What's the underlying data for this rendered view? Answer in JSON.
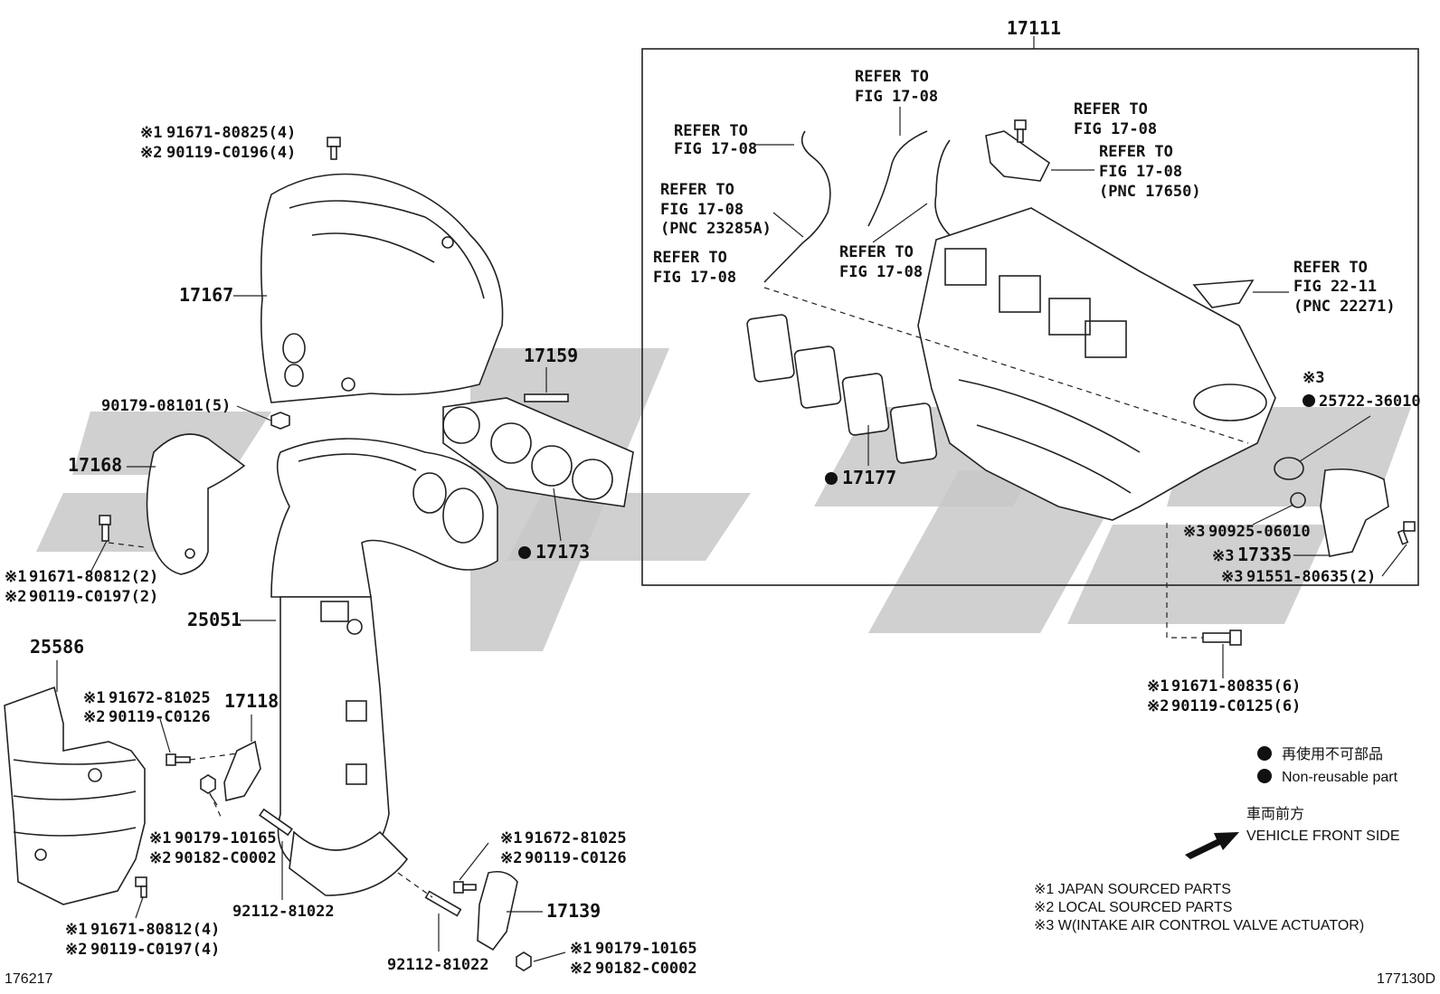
{
  "frame_label": "17111",
  "parts": {
    "p17167": "17167",
    "p17168": "17168",
    "p17159": "17159",
    "p17173": "17173",
    "p25051": "25051",
    "p25586": "25586",
    "p17118": "17118",
    "p17139": "17139",
    "p17177": "17177",
    "p17335": "17335",
    "p92112a": "92112-81022",
    "p92112b": "92112-81022",
    "p90179_5": "90179-08101(5)",
    "p25722": "25722-36010",
    "p90925": "90925-06010",
    "p91551": "91551-80635(2)"
  },
  "multi": {
    "top_bolt_1": "91671-80825(4)",
    "top_bolt_2": "90119-C0196(4)",
    "left_bolt_1": "91671-80812(2)",
    "left_bolt_2": "90119-C0197(2)",
    "bracket_bolt_1": "91672-81025",
    "bracket_bolt_2": "90119-C0126",
    "nut_1": "90179-10165",
    "nut_2": "90182-C0002",
    "shield_bolt_1": "91671-80812(4)",
    "shield_bolt_2": "90119-C0197(4)",
    "r_bracket_bolt_1": "91672-81025",
    "r_bracket_bolt_2": "90119-C0126",
    "r_nut_1": "90179-10165",
    "r_nut_2": "90182-C0002",
    "manifold_bolt_1": "91671-80835(6)",
    "manifold_bolt_2": "90119-C0125(6)"
  },
  "refers": {
    "r1_a": "REFER TO",
    "r1_b": "FIG 17-08",
    "r2_a": "REFER TO",
    "r2_b": "FIG 17-08",
    "r3_a": "REFER TO",
    "r3_b": "FIG 17-08",
    "r4_a": "REFER TO",
    "r4_b": "FIG 17-08",
    "r4_c": "(PNC 17650)",
    "r5_a": "REFER TO",
    "r5_b": "FIG 17-08",
    "r5_c": "(PNC 23285A)",
    "r6_a": "REFER TO",
    "r6_b": "FIG 17-08",
    "r7_a": "REFER TO",
    "r7_b": "FIG 17-08",
    "r8_a": "REFER TO",
    "r8_b": "FIG 22-11",
    "r8_c": "(PNC 22271)"
  },
  "marks": {
    "m1": "※1",
    "m2": "※2",
    "m3": "※3"
  },
  "legend": {
    "jp": "再使用不可部品",
    "en": "Non-reusable part",
    "front_jp": "車両前方",
    "front_en": "VEHICLE FRONT SIDE",
    "note1": "※1 JAPAN SOURCED PARTS",
    "note2": "※2 LOCAL SOURCED PARTS",
    "note3": "※3 W(INTAKE AIR CONTROL VALVE ACTUATOR)"
  },
  "footer": {
    "left_code": "176217",
    "right_code": "177130D"
  }
}
